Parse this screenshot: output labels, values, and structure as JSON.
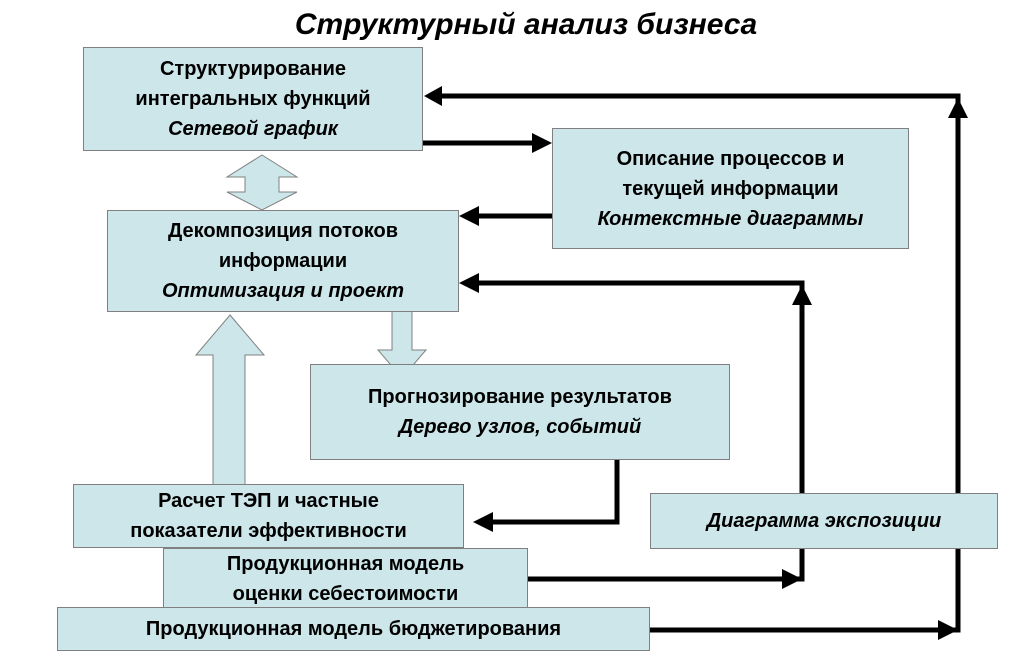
{
  "title": "Структурный анализ бизнеса",
  "colors": {
    "box_fill": "#cce6ea",
    "box_border": "#808080",
    "arrow": "#000000",
    "block_arrow_fill": "#cce6ea"
  },
  "boxes": {
    "structuring": {
      "line1": "Структурирование",
      "line2": "интегральных функций",
      "line3": "Сетевой график"
    },
    "process_description": {
      "line1": "Описание процессов и",
      "line2": "текущей информации",
      "line3": "Контекстные диаграммы"
    },
    "decomposition": {
      "line1": "Декомпозиция потоков",
      "line2": "информации",
      "line3": "Оптимизация и проект"
    },
    "forecasting": {
      "line1": "Прогнозирование результатов",
      "line2": "Дерево узлов, событий"
    },
    "tep_calc": {
      "line1": "Расчет ТЭП и частные",
      "line2": "показатели эффективности"
    },
    "exposure_diagram": {
      "line1": "Диаграмма экспозиции"
    },
    "cost_model": {
      "line1": "Продукционная модель",
      "line2": "оценки себестоимости"
    },
    "budget_model": {
      "line1": "Продукционная модель бюджетирования"
    }
  }
}
